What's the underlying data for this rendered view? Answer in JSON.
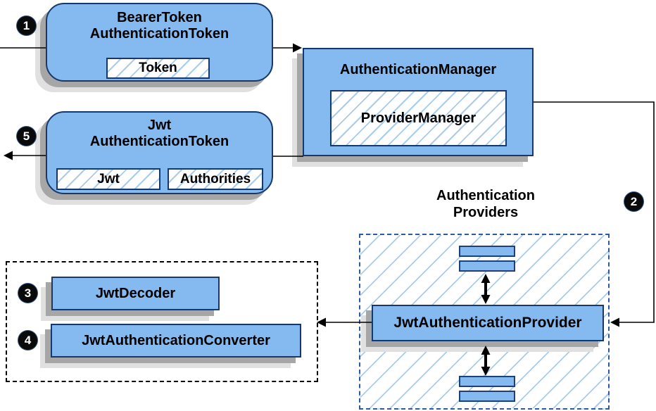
{
  "badges": {
    "b1": "1",
    "b2": "2",
    "b3": "3",
    "b4": "4",
    "b5": "5"
  },
  "boxes": {
    "bearer": {
      "line1": "BearerToken",
      "line2": "AuthenticationToken",
      "inner": "Token"
    },
    "manager": {
      "title": "AuthenticationManager",
      "inner": "ProviderManager"
    },
    "jwt": {
      "line1": "Jwt",
      "line2": "AuthenticationToken",
      "inner1": "Jwt",
      "inner2": "Authorities"
    },
    "providers": {
      "caption_line1": "Authentication",
      "caption_line2": "Providers",
      "provider": "JwtAuthenticationProvider"
    },
    "converters": {
      "decoder": "JwtDecoder",
      "converter": "JwtAuthenticationConverter"
    }
  },
  "colors": {
    "box_fill": "#85BAF0",
    "box_border": "#17386B",
    "hatch_line": "#A9CBEC",
    "dashed_blue_border": "#2E5A9E",
    "dashed_black_border": "#000000",
    "shadow_dark": "#A6A6A6",
    "shadow_light": "#E0E0E0",
    "arrow": "#000000",
    "badge_bg": "#0A0A0A",
    "badge_text": "#FFFFFF"
  }
}
